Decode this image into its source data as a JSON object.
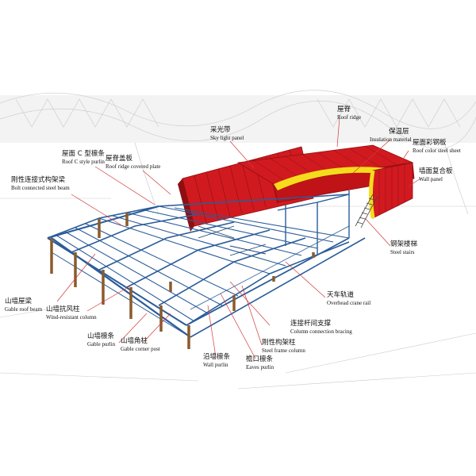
{
  "diagram": {
    "labels": {
      "roof_ridge": {
        "zh": "屋脊",
        "en": "Roof ridge"
      },
      "skylight_panel": {
        "zh": "采光带",
        "en": "Sky light panel"
      },
      "insulation_material": {
        "zh": "保温层",
        "en": "Insulation material"
      },
      "roof_color_steel": {
        "zh": "屋面彩钢板",
        "en": "Roof color steel sheet"
      },
      "roof_c_purlin": {
        "zh": "屋面 C 型檩条",
        "en": "Roof C style purlin"
      },
      "roof_ridge_plate": {
        "zh": "屋脊盖板",
        "en": "Roof ridge covered plate"
      },
      "bolt_beam": {
        "zh": "刚性连接式构架梁",
        "en": "Bolt connected steel beam"
      },
      "wall_panel": {
        "zh": "墙面复合板",
        "en": "Wall panel"
      },
      "steel_stairs": {
        "zh": "钢架楼梯",
        "en": "Steel stairs"
      },
      "crane_rail": {
        "zh": "天车轨道",
        "en": "Overhead crane rail"
      },
      "gable_roof_beam": {
        "zh": "山墙屋梁",
        "en": "Gable roof beam"
      },
      "wind_column": {
        "zh": "山墙抗风柱",
        "en": "Wind-resistant column"
      },
      "column_bracing": {
        "zh": "连接杆间支撑",
        "en": "Column connection bracing"
      },
      "gable_purlin": {
        "zh": "山墙檩条",
        "en": "Gable purlin"
      },
      "gable_corner_post": {
        "zh": "山墙角柱",
        "en": "Gable corner post"
      },
      "steel_frame_column": {
        "zh": "刚性构架柱",
        "en": "Steel frame column"
      },
      "wall_purlin": {
        "zh": "沿墙檩条",
        "en": "Wall purlin"
      },
      "eaves_purlin": {
        "zh": "檐口檩条",
        "en": "Eaves purlin"
      }
    },
    "colors": {
      "roof_red": "#d11a1f",
      "roof_dark_red": "#8e0f12",
      "insulation_yellow": "#f4dc1c",
      "steel_blue": "#2a5c9a",
      "column_brown": "#8a5a2b",
      "leader_red": "#d2393a"
    }
  }
}
